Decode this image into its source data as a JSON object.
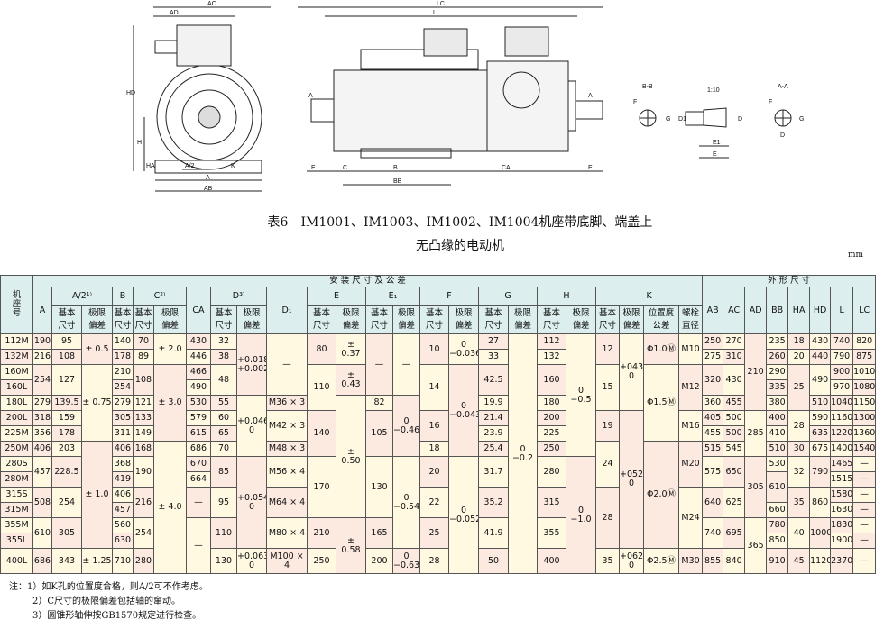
{
  "drawing_labels": {
    "front": [
      "AC",
      "AD",
      "HD",
      "H",
      "HA",
      "A/2",
      "K",
      "A",
      "AB"
    ],
    "side": [
      "LC",
      "L",
      "C",
      "B",
      "BB",
      "CA",
      "E",
      "E",
      "A",
      "A"
    ],
    "details": [
      "B-B",
      "F",
      "G",
      "1:10",
      "D1",
      "D",
      "E1",
      "E",
      "A-A",
      "F",
      "G",
      "D"
    ]
  },
  "title": {
    "line1": "表6　IM1001、IM1003、IM1002、IM1004机座带底脚、端盖上",
    "line2": "无凸缘的电动机",
    "unit": "mm"
  },
  "table": {
    "header": {
      "frame": "机\n座\n号",
      "install": "安 装 尺 寸 及 公 差",
      "outline": "外 形 尺 寸",
      "A": "A",
      "A2": "A/2¹⁾",
      "B": "B",
      "C": "C²⁾",
      "CA": "CA",
      "D": "D³⁾",
      "D1": "D₁",
      "E": "E",
      "E1": "E₁",
      "F": "F",
      "G": "G",
      "H": "H",
      "K": "K",
      "basic": "基本\n尺寸",
      "tol": "极限\n偏差",
      "pos": "位置度\n公差",
      "bolt": "螺栓\n直径",
      "outline_cols": [
        "AB",
        "AC",
        "AD",
        "BB",
        "HA",
        "HD",
        "L",
        "LC"
      ]
    },
    "columns": [
      [
        "112M",
        "132M",
        "160M",
        "160L",
        "180L",
        "200L",
        "225M",
        "250M",
        "280S",
        "280M",
        "315S",
        "315M",
        "355M",
        "355L",
        "400L"
      ],
      [
        "190",
        "216",
        "254",
        "279",
        "318",
        "356",
        "406",
        "457",
        "508",
        "610",
        "686"
      ],
      [
        "95",
        "108",
        "127",
        "139.5",
        "159",
        "178",
        "203",
        "228.5",
        "254",
        "305",
        "343"
      ],
      [
        "± 0.5",
        "± 0.75",
        "± 1.0",
        "± 1.25"
      ],
      [
        "140",
        "178",
        "210",
        "254",
        "279",
        "305",
        "311",
        "406",
        "368",
        "419",
        "406",
        "457",
        "560",
        "630",
        "710"
      ],
      [
        "70",
        "89",
        "108",
        "121",
        "133",
        "149",
        "168",
        "190",
        "216",
        "254",
        "280"
      ],
      [
        "± 2.0",
        "± 3.0",
        "± 4.0"
      ],
      [
        "430",
        "446",
        "466",
        "490",
        "530",
        "579",
        "615",
        "686",
        "670",
        "664",
        "—",
        "—"
      ],
      [
        "32",
        "38",
        "48",
        "55",
        "60",
        "65",
        "70",
        "85",
        "95",
        "110",
        "130"
      ],
      [
        "+0.018\n+0.002",
        "+0.046\n0",
        "+0.054\n0",
        "+0.063\n0"
      ],
      [
        "—",
        "M36 × 3",
        "M42 × 3",
        "M48 × 3",
        "M56 × 4",
        "M64 × 4",
        "M80 × 4",
        "M100 × 4"
      ],
      [
        "80",
        "110",
        "140",
        "170",
        "210",
        "250"
      ],
      [
        "± 0.37",
        "± 0.43",
        "± 0.50",
        "± 0.58"
      ],
      [
        "—",
        "82",
        "105",
        "130",
        "165",
        "200"
      ],
      [
        "—",
        "0\n−0.46",
        "0\n−0.54",
        "0\n−0.63"
      ],
      [
        "10",
        "14",
        "16",
        "18",
        "20",
        "22",
        "25",
        "28"
      ],
      [
        "0\n−0.036",
        "0\n−0.043",
        "0\n−0.052"
      ],
      [
        "27",
        "33",
        "42.5",
        "19.9",
        "21.4",
        "23.9",
        "25.4",
        "31.7",
        "35.2",
        "41.9",
        "50"
      ],
      [
        "0\n−0.2"
      ],
      [
        "112",
        "132",
        "160",
        "180",
        "200",
        "225",
        "250",
        "280",
        "315",
        "355",
        "400"
      ],
      [
        "0\n−0.5",
        "0\n−1.0"
      ],
      [
        "12",
        "15",
        "19",
        "24",
        "28",
        "35"
      ],
      [
        "+043\n0",
        "+052\n0",
        "+062\n0"
      ],
      [
        "Φ1.0Ⓜ",
        "Φ1.5Ⓜ",
        "Φ2.0Ⓜ",
        "Φ2.5Ⓜ"
      ],
      [
        "M10",
        "M12",
        "M16",
        "M20",
        "M24",
        "M30"
      ],
      [
        "250",
        "275",
        "320",
        "360",
        "405",
        "455",
        "515",
        "575",
        "640",
        "740",
        "855"
      ],
      [
        "270",
        "310",
        "430",
        "455",
        "500",
        "500",
        "545",
        "650",
        "625",
        "695",
        "840"
      ],
      [
        "210",
        "285",
        "305",
        "365"
      ],
      [
        "235",
        "260",
        "290",
        "335",
        "380",
        "400",
        "410",
        "510",
        "530",
        "610",
        "660",
        "780",
        "850",
        "910"
      ],
      [
        "18",
        "20",
        "25",
        "28",
        "30",
        "32",
        "35",
        "40",
        "45"
      ],
      [
        "430",
        "440",
        "490",
        "510",
        "590",
        "635",
        "675",
        "790",
        "860",
        "1000",
        "1120"
      ],
      [
        "740",
        "790",
        "900",
        "970",
        "1040",
        "1160",
        "1220",
        "1400",
        "1465",
        "1515",
        "1580",
        "1630",
        "1830",
        "1900",
        "2370"
      ],
      [
        "820",
        "875",
        "1010",
        "1080",
        "1150",
        "1300",
        "1360",
        "1540",
        "—",
        "—",
        "—",
        "—",
        "—",
        "—",
        "—"
      ]
    ]
  },
  "notes": {
    "n1": "注：1）如K孔的位置度合格，则A/2可不作考虑。",
    "n2": "2）C尺寸的极限偏差包括轴的窜动。",
    "n3": "3）圆锥形轴伸按GB1570规定进行检查。"
  }
}
